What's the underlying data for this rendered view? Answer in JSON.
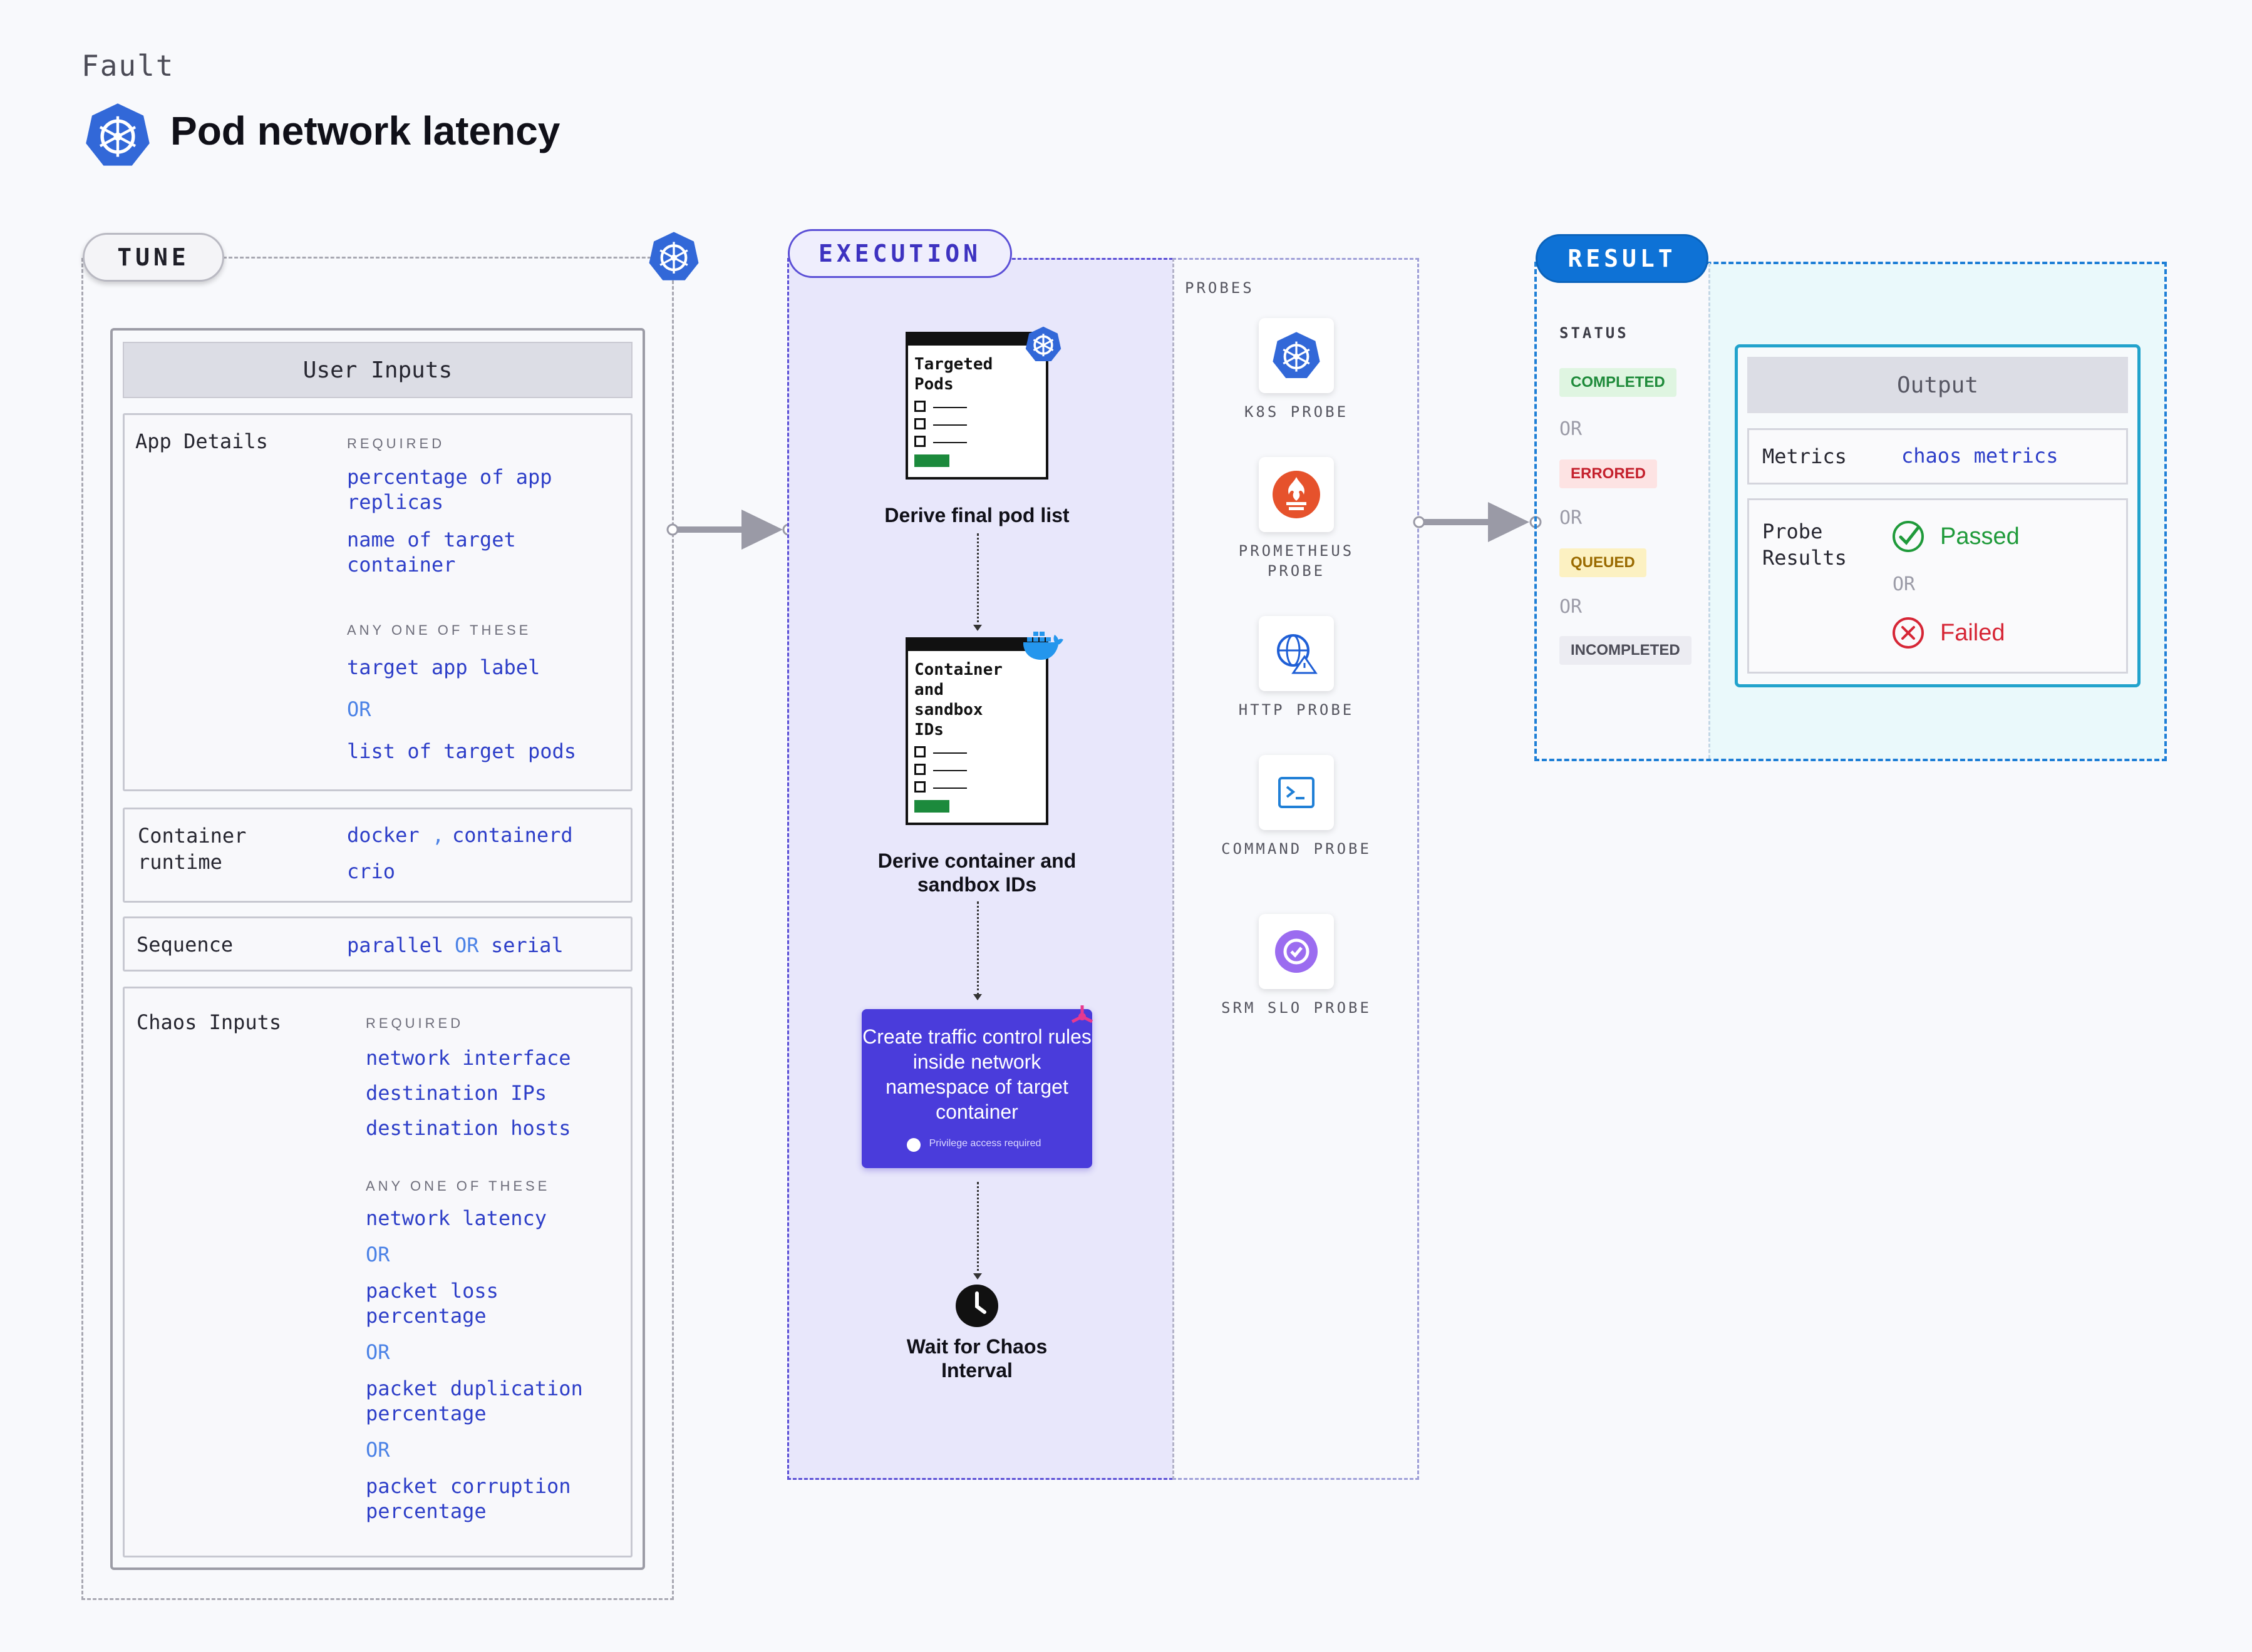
{
  "header": {
    "eyebrow": "Fault",
    "title": "Pod network latency"
  },
  "tune": {
    "label": "TUNE",
    "user_inputs_title": "User Inputs",
    "app_details": {
      "label": "App Details",
      "required_label": "REQUIRED",
      "required_items": [
        "percentage of app replicas",
        "name of target container"
      ],
      "any_label": "ANY ONE OF THESE",
      "any_items": [
        "target app label",
        "list of target pods"
      ],
      "or": "OR"
    },
    "container_runtime": {
      "label": "Container runtime",
      "docker": "docker",
      "sep": ",",
      "containerd": "containerd",
      "crio": "crio"
    },
    "sequence": {
      "label": "Sequence",
      "parallel": "parallel",
      "or": "OR",
      "serial": "serial"
    },
    "chaos_inputs": {
      "label": "Chaos Inputs",
      "required_label": "REQUIRED",
      "required_items": [
        "network interface",
        "destination IPs",
        "destination hosts"
      ],
      "any_label": "ANY ONE OF THESE",
      "any_items": [
        "network latency",
        "packet loss percentage",
        "packet duplication percentage",
        "packet corruption percentage"
      ],
      "or": "OR"
    }
  },
  "execution": {
    "label": "EXECUTION",
    "steps": [
      {
        "card_text": "Targeted Pods",
        "title": "Derive final pod list"
      },
      {
        "card_text": "Container and sandbox IDs",
        "title": "Derive container and sandbox IDs"
      },
      {
        "card_text": "Create traffic control rules inside network namespace of target container",
        "note": "Privilege access required"
      },
      {
        "title": "Wait for Chaos Interval"
      }
    ],
    "probes_label": "PROBES",
    "probes": [
      {
        "name": "K8S PROBE",
        "icon": "kubernetes-icon"
      },
      {
        "name": "PROMETHEUS PROBE",
        "icon": "prometheus-icon"
      },
      {
        "name": "HTTP PROBE",
        "icon": "http-globe-icon"
      },
      {
        "name": "COMMAND PROBE",
        "icon": "terminal-icon"
      },
      {
        "name": "SRM SLO PROBE",
        "icon": "srm-slo-icon"
      }
    ]
  },
  "result": {
    "label": "RESULT",
    "status_label": "STATUS",
    "statuses": [
      "COMPLETED",
      "ERRORED",
      "QUEUED",
      "INCOMPLETED"
    ],
    "or": "OR",
    "output": {
      "title": "Output",
      "metrics_label": "Metrics",
      "metrics_value": "chaos metrics",
      "probe_results_label": "Probe Results",
      "passed": "Passed",
      "failed": "Failed",
      "or": "OR"
    }
  },
  "colors": {
    "accent_exec": "#4a3cdb",
    "accent_result": "#0e72d6",
    "passed": "#1f9a3a",
    "failed": "#d62636",
    "link": "#2d3ec8"
  }
}
